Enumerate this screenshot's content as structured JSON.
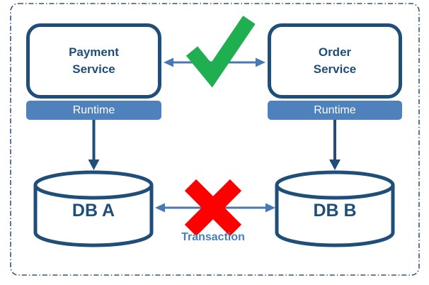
{
  "diagram": {
    "services": [
      {
        "name": "Payment\nService",
        "runtime_label": "Runtime"
      },
      {
        "name": "Order\nService",
        "runtime_label": "Runtime"
      }
    ],
    "databases": [
      {
        "name": "DB A"
      },
      {
        "name": "DB B"
      }
    ],
    "transaction_label": "Transaction",
    "icons": {
      "check": "check-icon",
      "cross": "cross-icon"
    },
    "colors": {
      "border_dark": "#1F4E79",
      "runtime_bar": "#4F81BD",
      "arrow_blue": "#4878B8",
      "check_green": "#1FAE50",
      "cross_red": "#FF0000",
      "label_blue": "#4A7EBB",
      "boundary_dash": "#34577C"
    }
  }
}
